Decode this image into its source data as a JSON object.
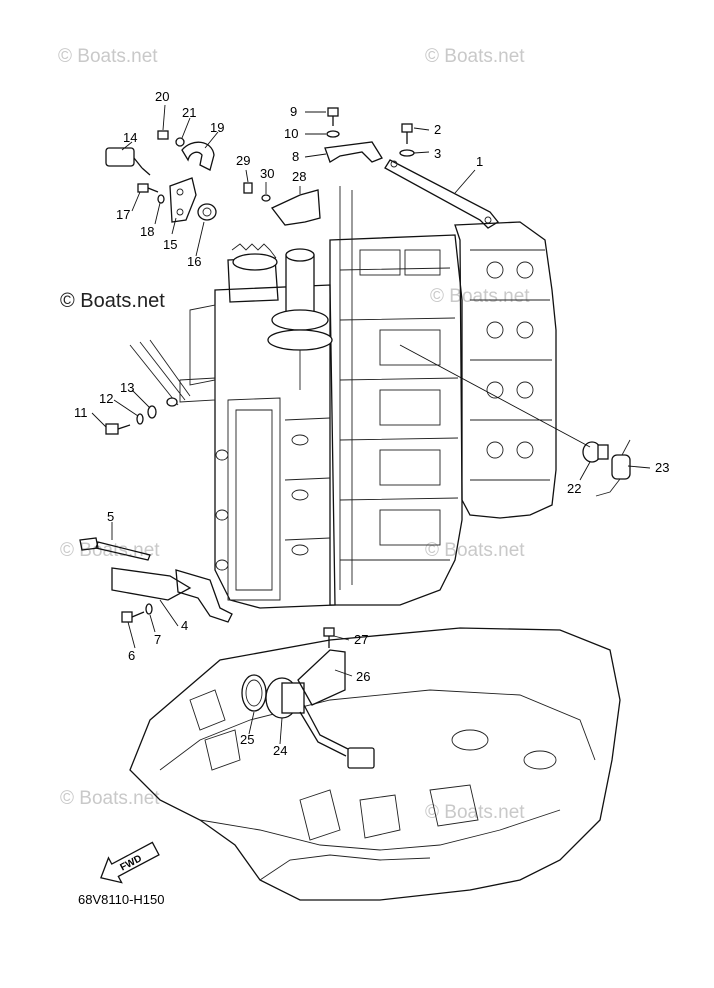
{
  "watermarks": {
    "text": "© Boats.net",
    "featured": "© Boats.net"
  },
  "diagram_code": "68V8110-H150",
  "fwd_label": "FWD",
  "callouts": [
    "1",
    "2",
    "3",
    "4",
    "5",
    "6",
    "7",
    "8",
    "9",
    "10",
    "11",
    "12",
    "13",
    "14",
    "15",
    "16",
    "17",
    "18",
    "19",
    "20",
    "21",
    "22",
    "23",
    "24",
    "25",
    "26",
    "27",
    "28",
    "29",
    "30"
  ]
}
